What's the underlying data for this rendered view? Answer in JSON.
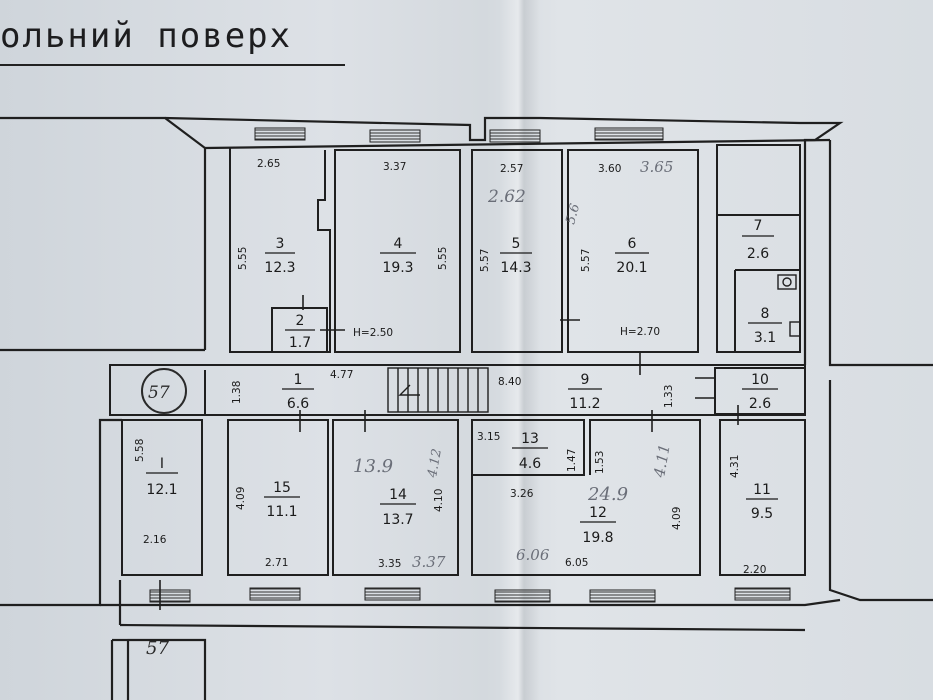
{
  "title": "ольний поверх",
  "rooms": [
    {
      "num": "3",
      "area": "12.3"
    },
    {
      "num": "4",
      "area": "19.3"
    },
    {
      "num": "5",
      "area": "14.3"
    },
    {
      "num": "6",
      "area": "20.1"
    },
    {
      "num": "7",
      "area": "2.6"
    },
    {
      "num": "8",
      "area": "3.1"
    },
    {
      "num": "2",
      "area": "1.7"
    },
    {
      "num": "1",
      "area": "6.6"
    },
    {
      "num": "9",
      "area": "11.2"
    },
    {
      "num": "10",
      "area": "2.6"
    },
    {
      "num": "I",
      "area": "12.1"
    },
    {
      "num": "15",
      "area": "11.1"
    },
    {
      "num": "14",
      "area": "13.7"
    },
    {
      "num": "13",
      "area": "4.6"
    },
    {
      "num": "12",
      "area": "19.8"
    },
    {
      "num": "11",
      "area": "9.5"
    }
  ],
  "dimensions": [
    "2.65",
    "3.37",
    "2.57",
    "3.60",
    "5.55",
    "5.55",
    "5.57",
    "5.57",
    "H=2.50",
    "H=2.70",
    "1.38",
    "4.77",
    "8.40",
    "1.33",
    "5.58",
    "2.16",
    "4.09",
    "2.71",
    "4.10",
    "3.35",
    "3.15",
    "1.47",
    "1.53",
    "3.26",
    "4.09",
    "6.05",
    "4.31",
    "2.20"
  ],
  "handwritten": [
    "3.65",
    "2.62",
    "5.6",
    "57",
    "13.9",
    "4.12",
    "24.9",
    "4.11",
    "3.37",
    "6.06",
    "57"
  ]
}
